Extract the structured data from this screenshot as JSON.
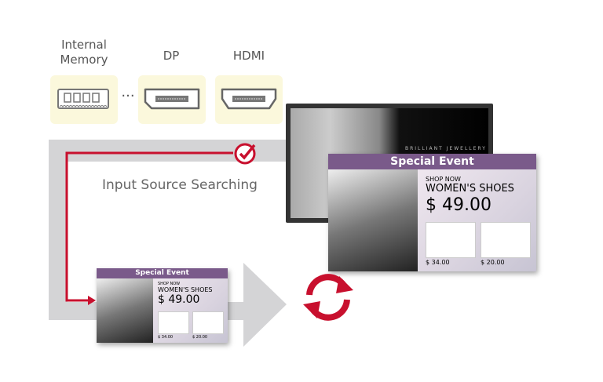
{
  "sources": [
    {
      "label": "Internal Memory",
      "icon": "memory-chip-icon"
    },
    {
      "label": "DP",
      "icon": "displayport-icon"
    },
    {
      "label": "HDMI",
      "icon": "hdmi-icon"
    }
  ],
  "ellipsis": "···",
  "searching_label": "Input Source Searching",
  "display": {
    "caption": "BRILLIANT JEWELLERY"
  },
  "ad": {
    "title": "Special Event",
    "kicker": "SHOP NOW",
    "headline": "WOMEN'S SHOES",
    "price": "$ 49.00",
    "prices": [
      "$ 34.00",
      "$ 20.00"
    ]
  },
  "colors": {
    "accent": "#c8102e",
    "frame": "#d4d4d6",
    "port_bg": "#fbf8dc",
    "ad_header": "#7a5a8a"
  }
}
